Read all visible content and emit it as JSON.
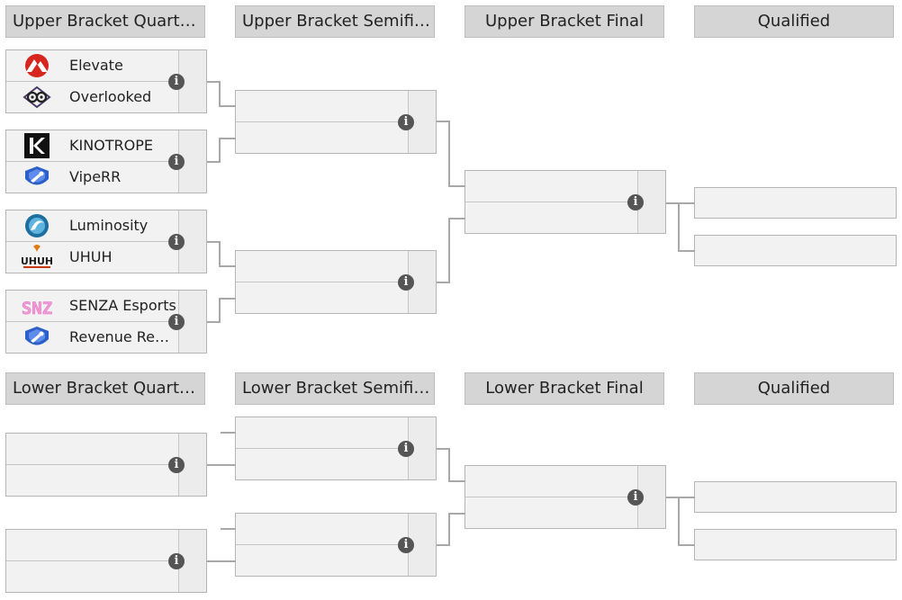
{
  "upper": {
    "headers": [
      "Upper Bracket Quarterfinals",
      "Upper Bracket Semifinals",
      "Upper Bracket Final",
      "Qualified"
    ],
    "quarterfinals": [
      {
        "team1": {
          "name": "Elevate",
          "logo": "elevate-logo"
        },
        "team2": {
          "name": "Overlooked",
          "logo": "overlooked-logo"
        }
      },
      {
        "team1": {
          "name": "KINOTROPE",
          "logo": "kinotrope-logo"
        },
        "team2": {
          "name": "VipeRR",
          "logo": "rocket-league-logo"
        }
      },
      {
        "team1": {
          "name": "Luminosity",
          "logo": "luminosity-logo"
        },
        "team2": {
          "name": "UHUH",
          "logo": "uhuh-logo"
        }
      },
      {
        "team1": {
          "name": "SENZA Esports",
          "logo": "senza-logo"
        },
        "team2": {
          "name": "Revenue Redemption",
          "logo": "rocket-league-logo"
        }
      }
    ]
  },
  "lower": {
    "headers": [
      "Lower Bracket Quarterfinals",
      "Lower Bracket Semifinals",
      "Lower Bracket Final",
      "Qualified"
    ]
  },
  "info_icon": "info-icon",
  "colors": {
    "header_bg": "#d5d5d5",
    "slot_bg": "#f2f2f2",
    "line": "#a8a8a8",
    "info_bg": "#555555",
    "elevate_red": "#d7261e",
    "senza_pink": "#f29ad7",
    "rl_blue": "#2c5fc7"
  }
}
